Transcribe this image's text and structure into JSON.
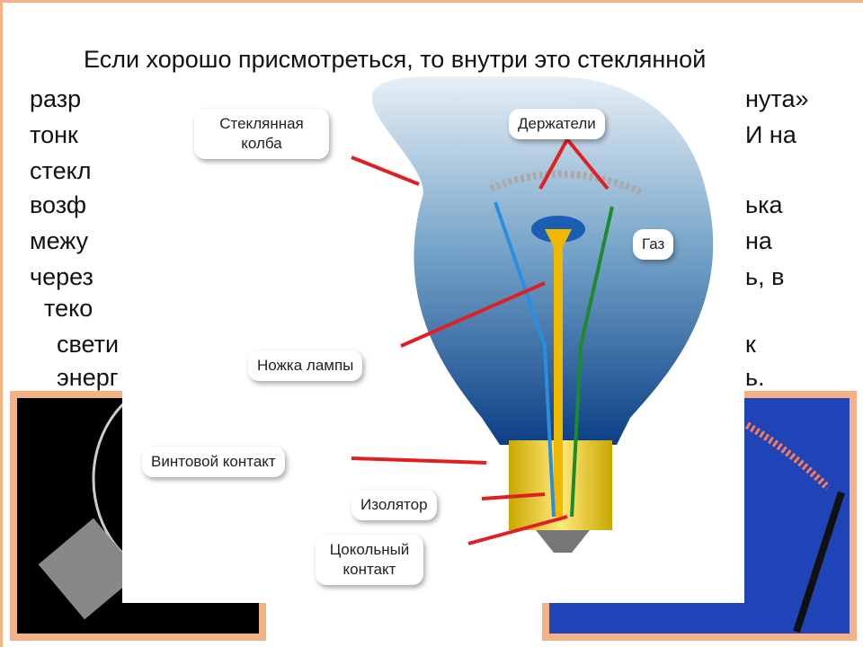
{
  "slide": {
    "top_line": "Если хорошо присмотреться, то внутри это стеклянной",
    "left_fragments": [
      "разр",
      "тонк",
      "стекл",
      "возф",
      "межу",
      "через",
      "теко",
      "свети",
      "энерг"
    ],
    "right_fragments": [
      "нута»",
      "И на",
      "ька",
      "на",
      "ь, в",
      "к",
      "ь."
    ]
  },
  "diagram": {
    "labels": {
      "bulb": "Стеклянная колба",
      "holders": "Держатели",
      "gas": "Газ",
      "stem": "Ножка лампы",
      "screw": "Винтовой контакт",
      "insulator": "Изолятор",
      "base": "Цокольный контакт"
    }
  },
  "colors": {
    "accent": "#f4b183",
    "arrow": "#e02020",
    "bulb": "#2e6fa8"
  }
}
